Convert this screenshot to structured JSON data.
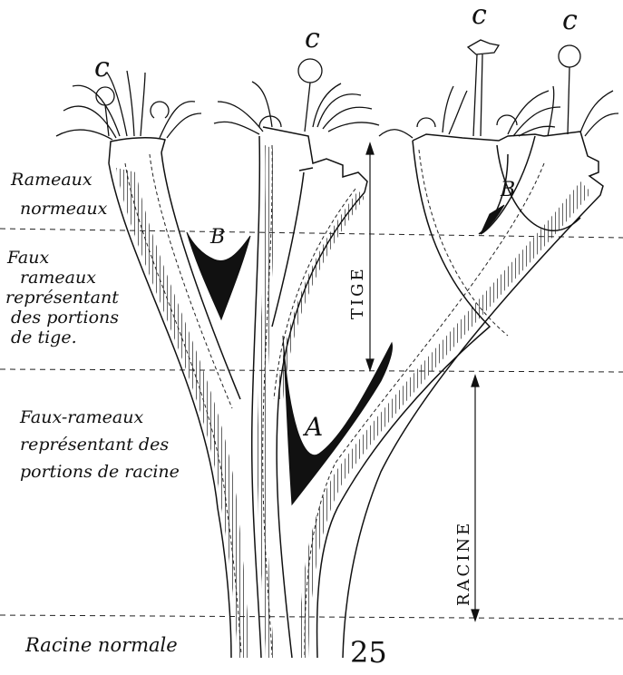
{
  "figure": {
    "number": "25"
  },
  "left_labels": {
    "rameaux_normaux": [
      "Rameaux",
      "normeaux"
    ],
    "faux_rameaux_tige": [
      "Faux",
      "rameaux",
      "représentant",
      "des portions",
      "de tige."
    ],
    "faux_rameaux_racine": [
      "Faux-rameaux",
      "représentant des",
      "portions de racine"
    ],
    "racine_normale": "Racine normale"
  },
  "markers": {
    "c": "c",
    "A": "A",
    "B": "B"
  },
  "axis_labels": {
    "tige": "TIGE",
    "racine": "RACINE"
  },
  "colors": {
    "ink": "#111111",
    "paper": "#ffffff"
  }
}
